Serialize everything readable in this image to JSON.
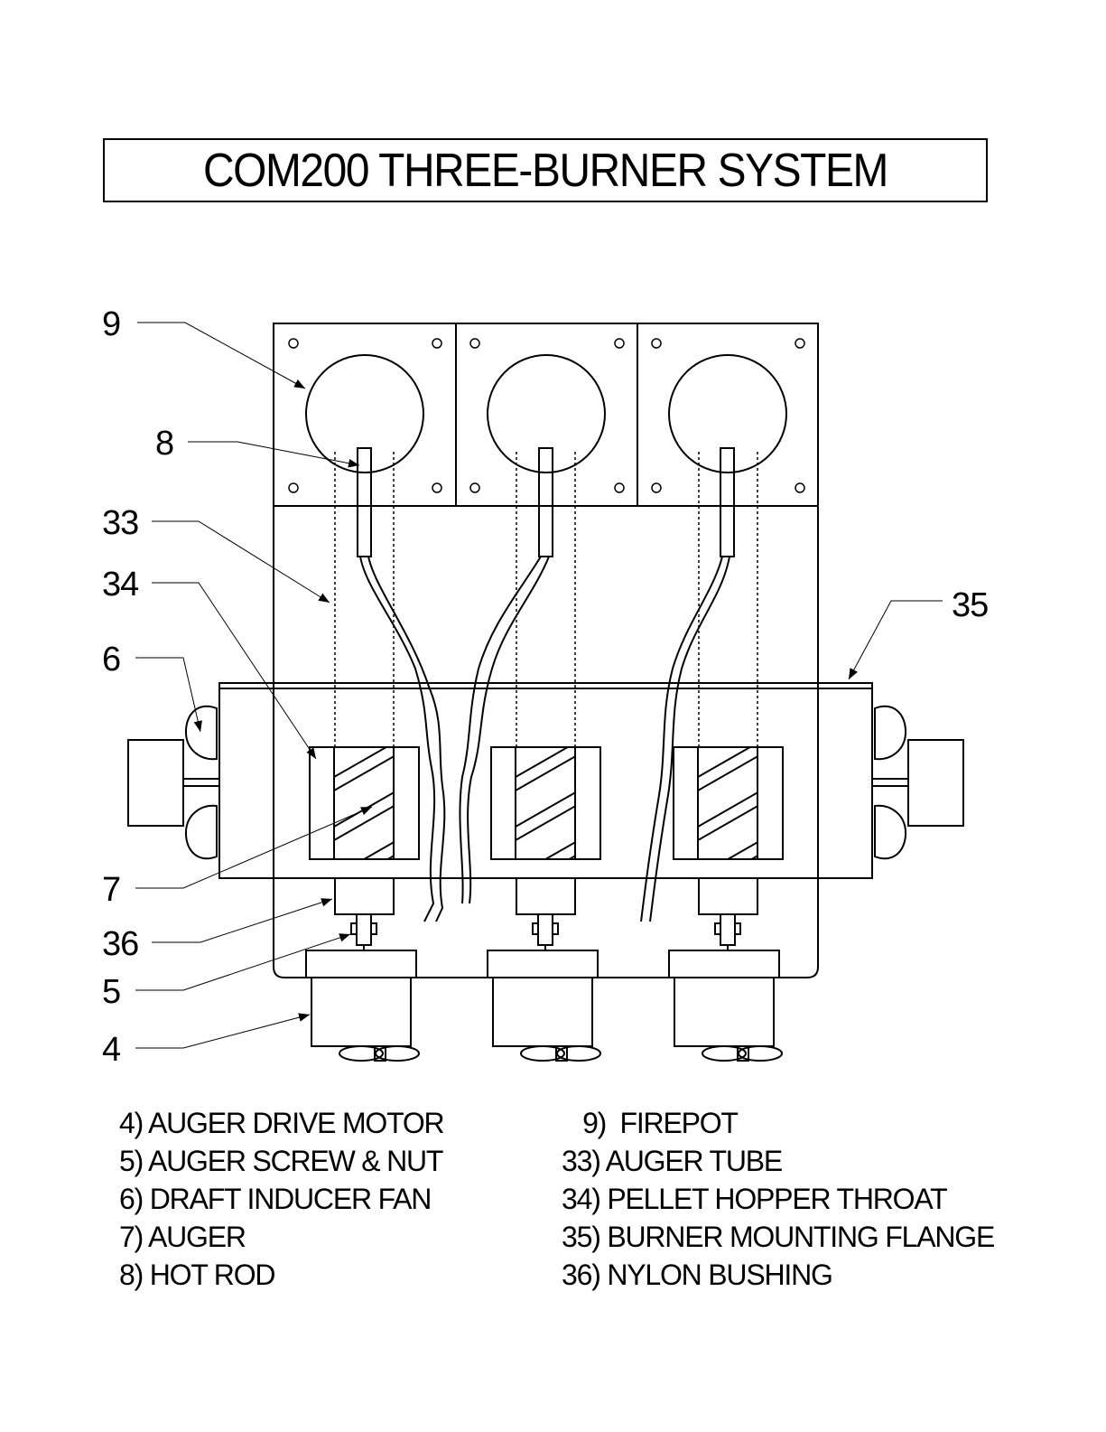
{
  "title": "COM200 THREE-BURNER SYSTEM",
  "callouts": {
    "c9": "9",
    "c8": "8",
    "c33": "33",
    "c34": "34",
    "c6": "6",
    "c35": "35",
    "c7": "7",
    "c36": "36",
    "c5": "5",
    "c4": "4"
  },
  "legend_left": [
    "4)  AUGER DRIVE MOTOR",
    "5)  AUGER SCREW & NUT",
    "6)  DRAFT INDUCER FAN",
    "7)  AUGER",
    "8)  HOT ROD"
  ],
  "legend_right": [
    "   9)  FIREPOT",
    "33)  AUGER TUBE",
    "34)  PELLET HOPPER THROAT",
    "35)  BURNER MOUNTING FLANGE",
    "36)  NYLON BUSHING"
  ]
}
